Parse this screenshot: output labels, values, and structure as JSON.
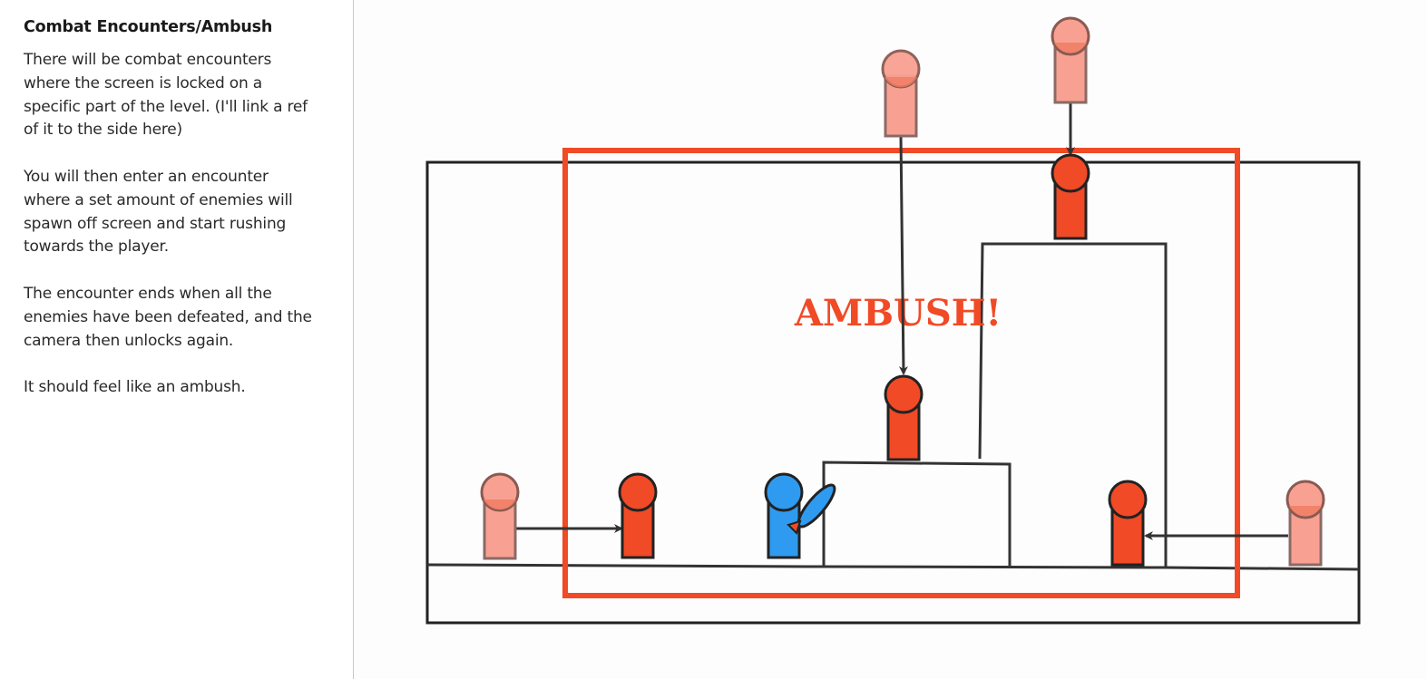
{
  "side_panel": {
    "title": "Combat Encounters/Ambush",
    "paragraphs": [
      "There will be combat encounters where the screen is locked on a specific part of the level. (I'll link a ref of it to the side here)",
      "You will then enter an encounter where a set amount of enemies will spawn off screen and start rushing towards the player.",
      "The encounter ends when all the enemies have been defeated, and the camera then unlocks again.",
      "It should feel like an ambush."
    ]
  },
  "diagram": {
    "label": "AMBUSH!",
    "colors": {
      "enemy": "#f04a26",
      "enemy_ghost": "#f8a193",
      "player": "#2f9bf0",
      "camera_lock": "#f04a26",
      "outline": "#222222"
    },
    "legend_roles": {
      "player": "player character (blue)",
      "enemy": "enemy (red)",
      "enemy_ghost": "off-screen spawn (faded red)",
      "camera_lock": "locked camera frame (red rectangle)"
    }
  }
}
